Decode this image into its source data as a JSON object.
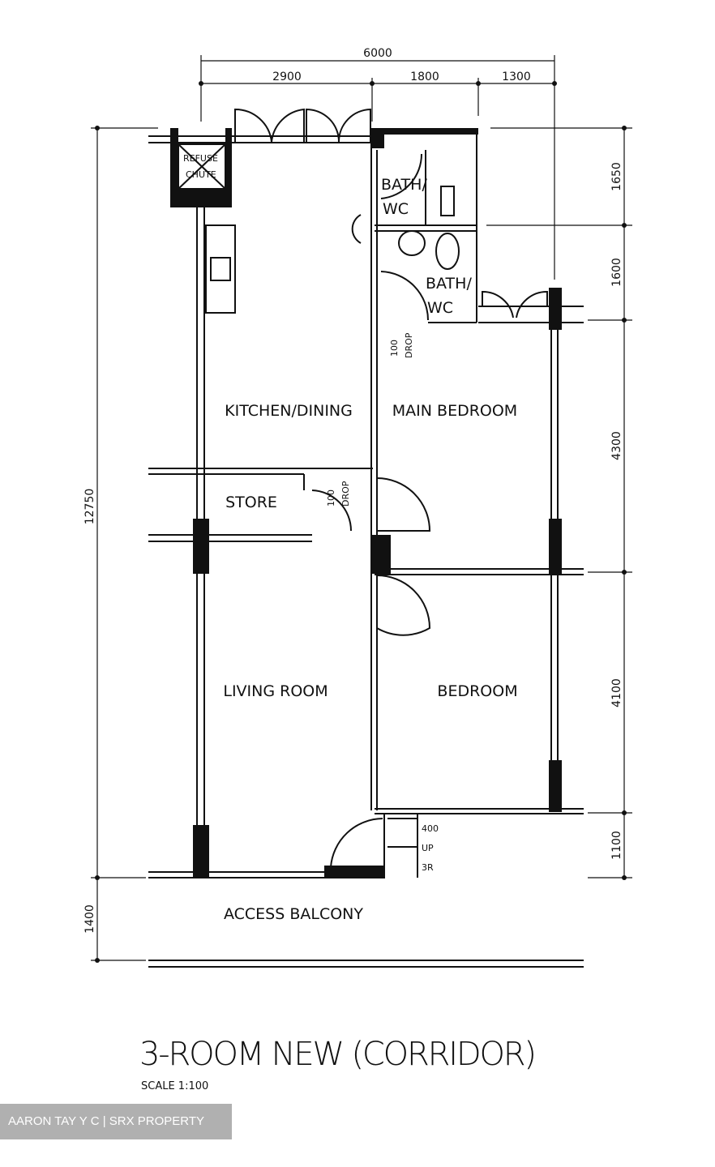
{
  "plan": {
    "title": "3-ROOM NEW (CORRIDOR)",
    "scale": "SCALE  1:100",
    "rooms": {
      "refuse_chute_1": "REFUSE",
      "refuse_chute_2": "CHUTE",
      "bath_wc_1a": "BATH/",
      "bath_wc_1b": "WC",
      "bath_wc_2a": "BATH/",
      "bath_wc_2b": "WC",
      "kitchen": "KITCHEN/DINING",
      "main_bedroom": "MAIN  BEDROOM",
      "store": "STORE",
      "living": "LIVING  ROOM",
      "bedroom": "BEDROOM",
      "access_balcony": "ACCESS  BALCONY"
    },
    "notes": {
      "drop1a": "100",
      "drop1b": "DROP",
      "drop2a": "100",
      "drop2b": "DROP",
      "step1": "400",
      "step2": "UP",
      "step3": "3R"
    },
    "dimensions": {
      "top_total": "6000",
      "top_1": "2900",
      "top_2": "1800",
      "top_3": "1300",
      "right_1": "1650",
      "right_2": "1600",
      "right_3": "4300",
      "right_4": "4100",
      "right_5": "1100",
      "left_total": "12750",
      "left_balcony": "1400"
    }
  },
  "watermark": "AARON TAY Y C | SRX PROPERTY"
}
